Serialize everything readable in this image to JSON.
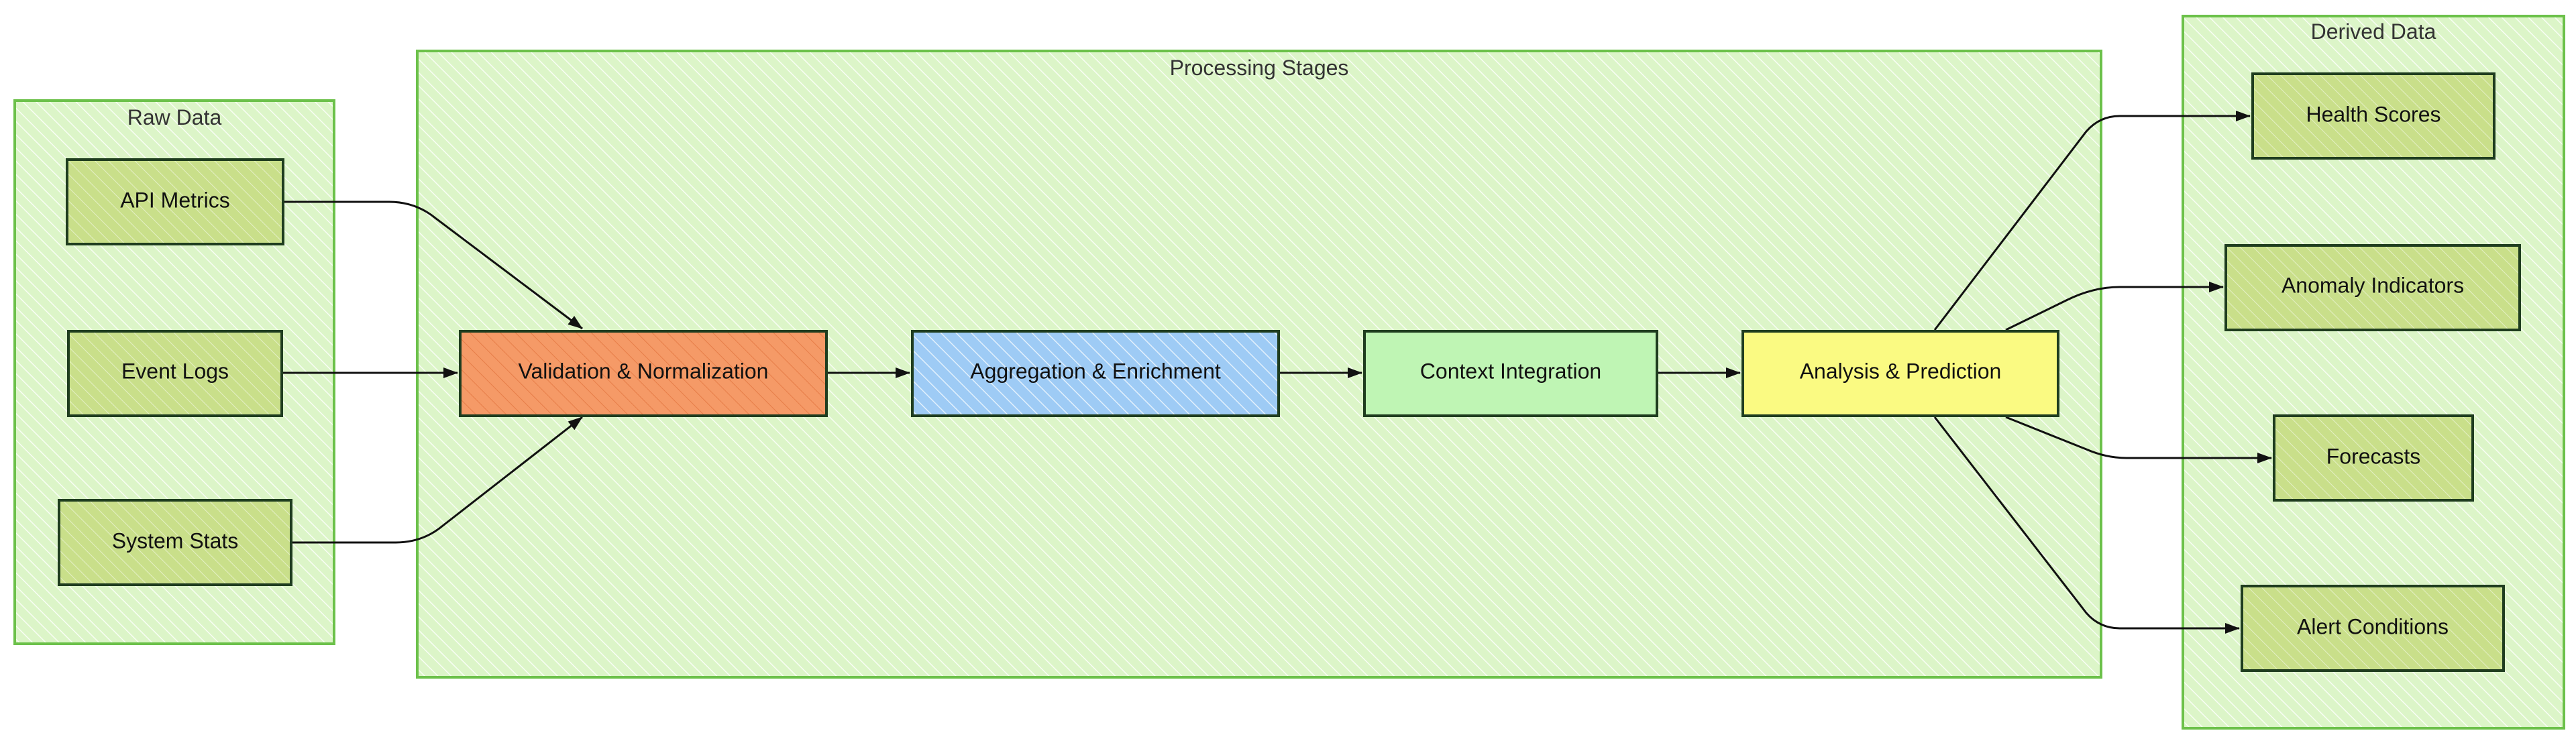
{
  "clusters": {
    "raw": {
      "label": "Raw Data"
    },
    "processing": {
      "label": "Processing Stages"
    },
    "derived": {
      "label": "Derived Data"
    }
  },
  "nodes": {
    "api_metrics": {
      "label": "API Metrics",
      "fill": "#c9df8a"
    },
    "event_logs": {
      "label": "Event Logs",
      "fill": "#c9df8a"
    },
    "system_stats": {
      "label": "System Stats",
      "fill": "#c9df8a"
    },
    "validation": {
      "label": "Validation & Normalization",
      "fill": "#f59a67"
    },
    "aggregation": {
      "label": "Aggregation & Enrichment",
      "fill": "#9ecbf5"
    },
    "context": {
      "label": "Context Integration",
      "fill": "#bff5b4"
    },
    "analysis": {
      "label": "Analysis & Prediction",
      "fill": "#fafa82"
    },
    "health_scores": {
      "label": "Health Scores",
      "fill": "#c9df8a"
    },
    "anomaly_indicators": {
      "label": "Anomaly Indicators",
      "fill": "#c9df8a"
    },
    "forecasts": {
      "label": "Forecasts",
      "fill": "#c9df8a"
    },
    "alert_conditions": {
      "label": "Alert Conditions",
      "fill": "#c9df8a"
    }
  },
  "edges": [
    {
      "from": "api_metrics",
      "to": "validation"
    },
    {
      "from": "event_logs",
      "to": "validation"
    },
    {
      "from": "system_stats",
      "to": "validation"
    },
    {
      "from": "validation",
      "to": "aggregation"
    },
    {
      "from": "aggregation",
      "to": "context"
    },
    {
      "from": "context",
      "to": "analysis"
    },
    {
      "from": "analysis",
      "to": "health_scores"
    },
    {
      "from": "analysis",
      "to": "anomaly_indicators"
    },
    {
      "from": "analysis",
      "to": "forecasts"
    },
    {
      "from": "analysis",
      "to": "alert_conditions"
    }
  ],
  "colors": {
    "cluster_fill": "#dcf5c8",
    "cluster_stroke": "#6cc14a",
    "node_stroke": "#1f3d1f",
    "edge": "#111111"
  }
}
